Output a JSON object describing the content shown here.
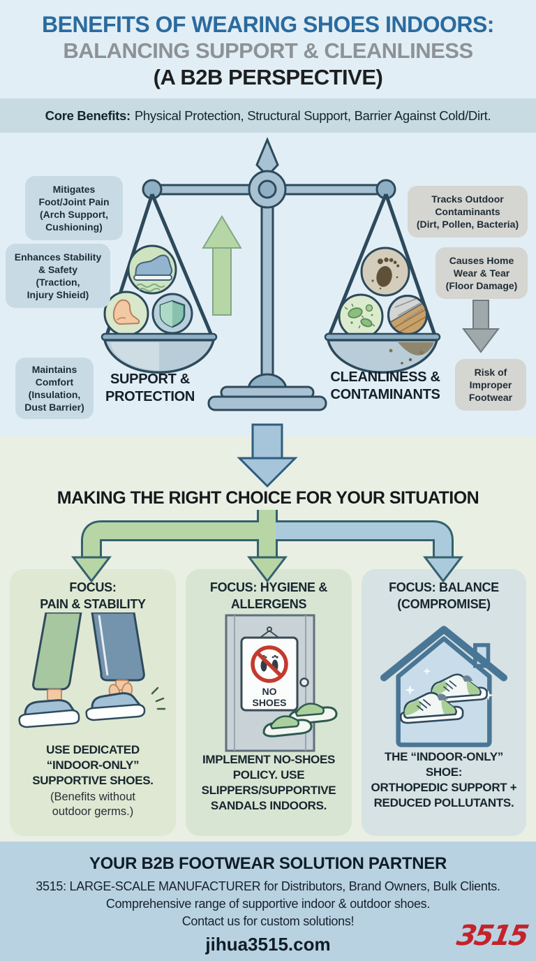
{
  "header": {
    "title_line1": "BENEFITS OF WEARING SHOES INDOORS:",
    "title_line2": "BALANCING SUPPORT & CLEANLINESS",
    "title_line3": "(A B2B PERSPECTIVE)"
  },
  "core_benefits": {
    "label": "Core Benefits:",
    "text": "Physical Protection, Structural Support, Barrier Against Cold/Dirt."
  },
  "scale_section": {
    "left_bubbles": [
      "Mitigates\nFoot/Joint Pain\n(Arch Support,\nCushioning)",
      "Enhances Stability\n& Safety\n(Traction,\nInjury Shieid)",
      "Maintains\nComfort\n(Insulation,\nDust Barrier)"
    ],
    "right_bubbles": [
      "Tracks Outdoor\nContaminants\n(Dirt, Pollen, Bacteria)",
      "Causes Home\nWear & Tear\n(Floor Damage)",
      "Risk of\nImproper\nFootwear"
    ],
    "left_label": "SUPPORT &\nPROTECTION",
    "right_label": "CLEANLINESS &\nCONTAMINANTS",
    "icons": {
      "left_pan": [
        "sneaker-icon",
        "foot-icon",
        "shield-icon"
      ],
      "right_pan": [
        "footprint-icon",
        "germs-icon",
        "floor-damage-icon"
      ],
      "arrows": [
        "up-arrow-icon",
        "down-arrow-icon",
        "choice-down-arrow-icon"
      ]
    }
  },
  "choice_section": {
    "heading": "MAKING THE RIGHT CHOICE FOR YOUR SITUATION",
    "cards": [
      {
        "title": "FOCUS:\nPAIN & STABILITY",
        "body": "USE DEDICATED\n“INDOOR-ONLY”\nSUPPORTIVE SHOES.",
        "note": "(Benefits without\noutdoor germs.)"
      },
      {
        "title": "FOCUS: HYGIENE &\nALLERGENS",
        "body": "IMPLEMENT NO-SHOES\nPOLICY. USE\nSLIPPERS/SUPPORTIVE\nSANDALS INDOORS.",
        "sign": {
          "line1": "NO",
          "line2": "SHOES"
        }
      },
      {
        "title": "FOCUS: BALANCE\n(COMPROMISE)",
        "body": "THE “INDOOR-ONLY”\nSHOE:\nORTHOPEDIC SUPPORT +\nREDUCED POLLUTANTS."
      }
    ]
  },
  "footer": {
    "title": "YOUR B2B FOOTWEAR SOLUTION PARTNER",
    "line1": "3515: LARGE-SCALE MANUFACTURER for Distributors, Brand Owners, Bulk Clients.",
    "line2": "Comprehensive range of supportive indoor & outdoor shoes.",
    "line3": "Contact us for custom solutions!",
    "website": "jihua3515.com",
    "logo": "3515"
  },
  "colors": {
    "title_blue": "#2a6b9f",
    "title_gray": "#8c9296",
    "logo_red": "#c4232b",
    "green_arrow": "#b8d6a5",
    "blue_arrow": "#abcbdd",
    "prohibition_red": "#c23b2e"
  }
}
